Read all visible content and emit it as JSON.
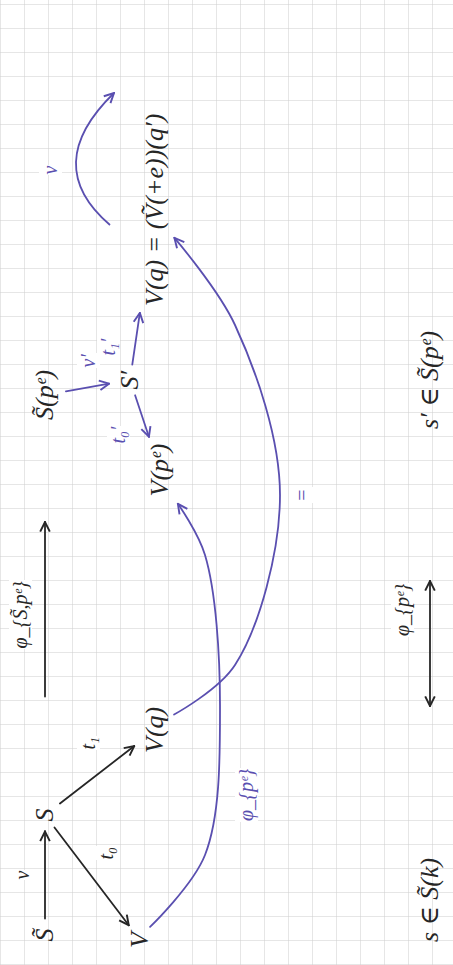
{
  "diagram": {
    "nodes": [
      {
        "text": [
          "S̃"
        ]
      },
      {
        "text": [
          "S"
        ]
      },
      {
        "text": [
          "S̃(pᵉ)"
        ]
      },
      {
        "text": [
          "S′"
        ]
      },
      {
        "text": [
          "V"
        ]
      },
      {
        "text": [
          "V(q)"
        ]
      },
      {
        "text": [
          "V(pᵉ)"
        ]
      },
      {
        "text": [
          "V(q) = (Ṽ(+e))(q′)"
        ]
      },
      {
        "text": [
          "s ∈ S̃(k)"
        ]
      },
      {
        "text": [
          "s′ ∈ S̃(pᵉ)"
        ]
      }
    ],
    "edges": [
      {
        "from": 0,
        "to": 1,
        "label": "ν",
        "arrow": "to"
      },
      {
        "from": 1,
        "to": 2,
        "label": "φ_{S̃,pᵉ}",
        "arrow": "to"
      },
      {
        "from": 2,
        "to": 3,
        "label": "ν′",
        "arrow": "to"
      },
      {
        "from": 1,
        "to": 4,
        "label": "t₀",
        "arrow": "to"
      },
      {
        "from": 1,
        "to": 5,
        "label": "t₁",
        "arrow": "to"
      },
      {
        "from": 3,
        "to": 6,
        "label": "t₀′",
        "arrow": "to"
      },
      {
        "from": 3,
        "to": 7,
        "label": "t₁′",
        "arrow": "to"
      },
      {
        "from": 4,
        "to": 6,
        "label": "φ_{pᵉ}",
        "arrow": "to"
      },
      {
        "from": 5,
        "to": 7,
        "label": "=",
        "arrow": "to"
      },
      {
        "from": 8,
        "to": 9,
        "label": "φ_{pᵉ}",
        "arrow": "both"
      }
    ],
    "labels": [
      "ν"
    ]
  }
}
